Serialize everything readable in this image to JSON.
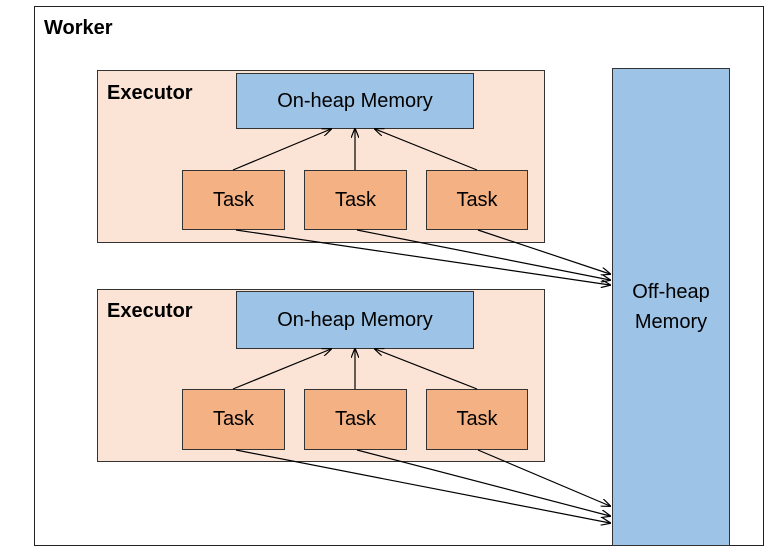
{
  "worker": {
    "label": "Worker"
  },
  "executors": [
    {
      "label": "Executor",
      "memory": "On-heap Memory",
      "tasks": [
        "Task",
        "Task",
        "Task"
      ]
    },
    {
      "label": "Executor",
      "memory": "On-heap Memory",
      "tasks": [
        "Task",
        "Task",
        "Task"
      ]
    }
  ],
  "offheap": {
    "line1": "Off-heap",
    "line2": "Memory"
  },
  "colors": {
    "executor_fill": "#fbe4d6",
    "memory_fill": "#9dc3e6",
    "task_fill": "#f4b183"
  }
}
